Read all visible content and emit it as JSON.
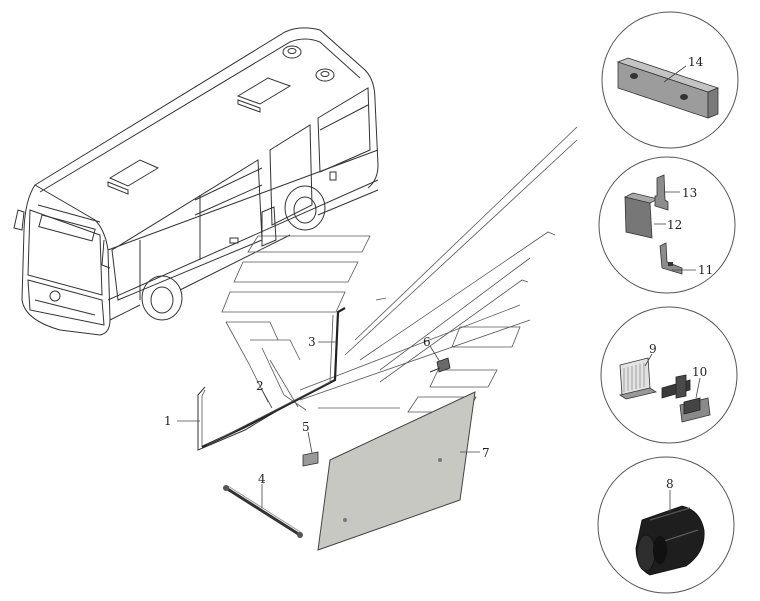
{
  "callouts": {
    "c1": "1",
    "c2": "2",
    "c3": "3",
    "c4": "4",
    "c5": "5",
    "c6": "6",
    "c7": "7",
    "c8": "8",
    "c9": "9",
    "c10": "10",
    "c11": "11",
    "c12": "12",
    "c13": "13",
    "c14": "14"
  },
  "colors": {
    "line": "#333333",
    "glass": "#c8c8c2",
    "part_dark": "#2a2a2a",
    "part_mid": "#8a8a8a",
    "part_light": "#bdbdbd"
  },
  "icons": {
    "bus": "bus-illustration",
    "detail_circle": "detail-circle"
  }
}
